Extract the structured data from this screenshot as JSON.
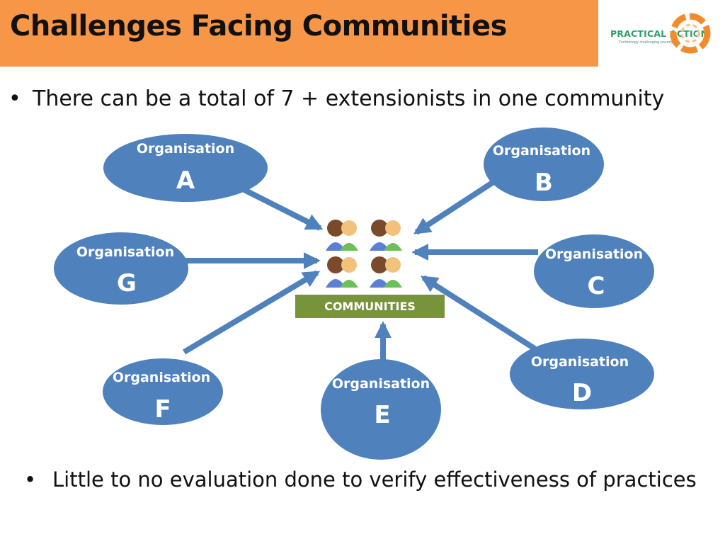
{
  "slide": {
    "title": "Challenges Facing Communities",
    "bullet_top": "There can be a total of 7 + extensionists in one community",
    "bullet_bottom": "Little to no evaluation done to verify effectiveness of practices",
    "bullet_glyph": "•"
  },
  "logo": {
    "name": "PRACTICAL ACTION",
    "tagline": "Technology challenging poverty"
  },
  "diagram": {
    "center_label": "COMMUNITIES",
    "organisations": [
      {
        "word": "Organisation",
        "letter": "A"
      },
      {
        "word": "Organisation",
        "letter": "B"
      },
      {
        "word": "Organisation",
        "letter": "C"
      },
      {
        "word": "Organisation",
        "letter": "D"
      },
      {
        "word": "Organisation",
        "letter": "E"
      },
      {
        "word": "Organisation",
        "letter": "F"
      },
      {
        "word": "Organisation",
        "letter": "G"
      }
    ]
  },
  "colors": {
    "title_bar": "#f79646",
    "ellipse": "#4f81bd",
    "arrow": "#4f81bd",
    "community_box": "#77933c",
    "logo_green": "#2e9e6a",
    "logo_orange": "#f28b2c"
  }
}
